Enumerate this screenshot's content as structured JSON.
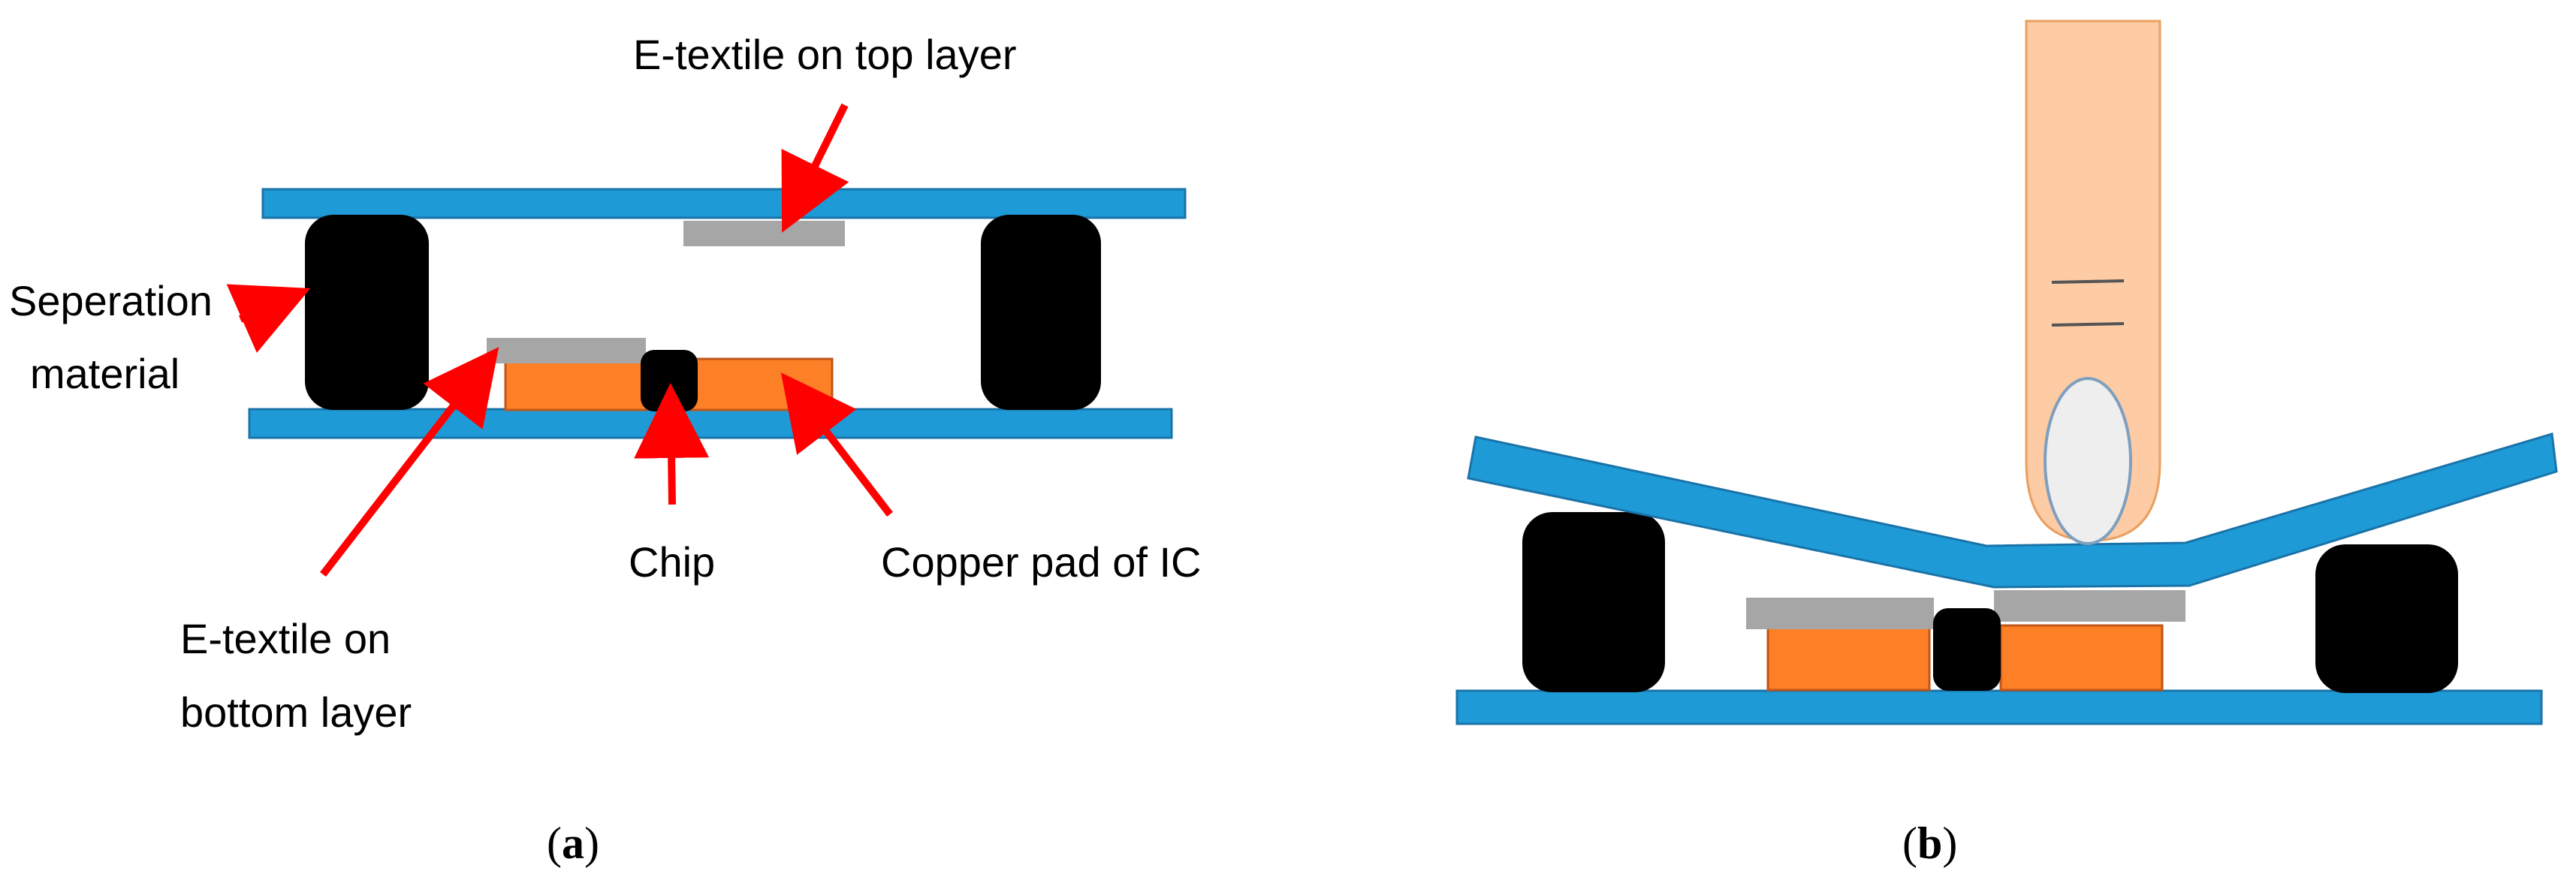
{
  "panel_a": {
    "labels": {
      "top_textile": "E-textile on top layer",
      "separation_line1": "Seperation",
      "separation_line2": "material",
      "bottom_textile_line1": "E-textile on",
      "bottom_textile_line2": "bottom layer",
      "chip": "Chip",
      "copper_pad": "Copper pad of IC"
    },
    "caption": {
      "open": "(",
      "letter": "a",
      "close": ")"
    }
  },
  "panel_b": {
    "caption": {
      "open": "(",
      "letter": "b",
      "close": ")"
    }
  },
  "colors": {
    "layer_blue": "#1e9bd7",
    "layer_blue_stroke": "#1a73a8",
    "separator_black": "#000000",
    "textile_gray": "#a6a6a6",
    "copper_orange": "#fd7f26",
    "copper_stroke": "#c0561a",
    "arrow_red": "#ff0000",
    "finger_skin": "#fdcba4",
    "finger_stroke": "#e8a060",
    "nail_fill": "#eeeeee",
    "nail_stroke": "#7f9fbf"
  }
}
